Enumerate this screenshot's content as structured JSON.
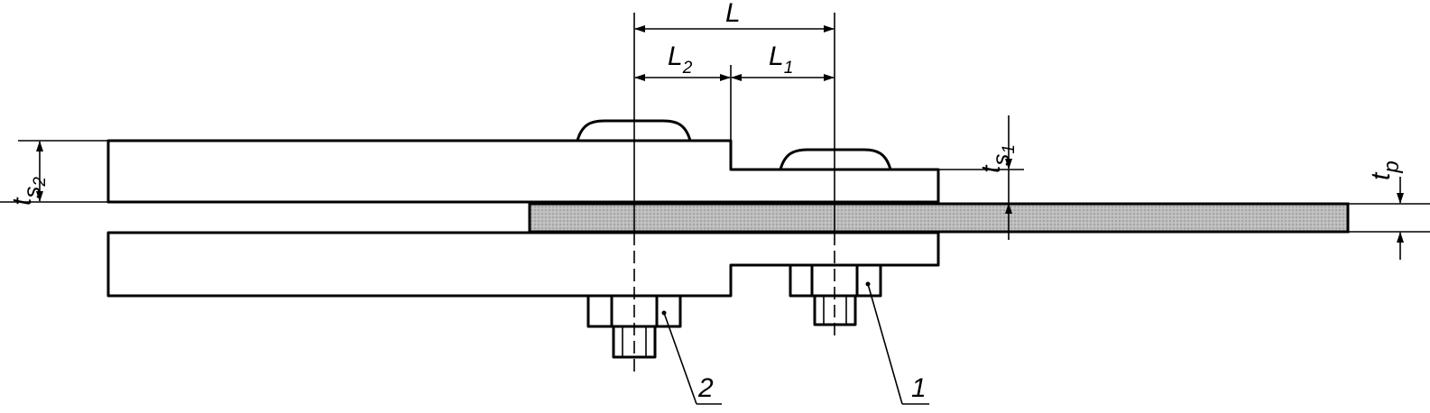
{
  "labels": {
    "L": "L",
    "L2_main": "L",
    "L2_sub": "2",
    "L1_main": "L",
    "L1_sub": "1",
    "ts1_main": "t",
    "ts1_s": "s",
    "ts1_sub": "1",
    "ts2_main": "t",
    "ts2_s": "s",
    "ts2_sub": "2",
    "tp_main": "t",
    "tp_sub": "p",
    "callout_1": "1",
    "callout_2": "2"
  },
  "colors": {
    "line": "#000000",
    "plate_fill": "#b9b9b9",
    "background": "#ffffff"
  }
}
